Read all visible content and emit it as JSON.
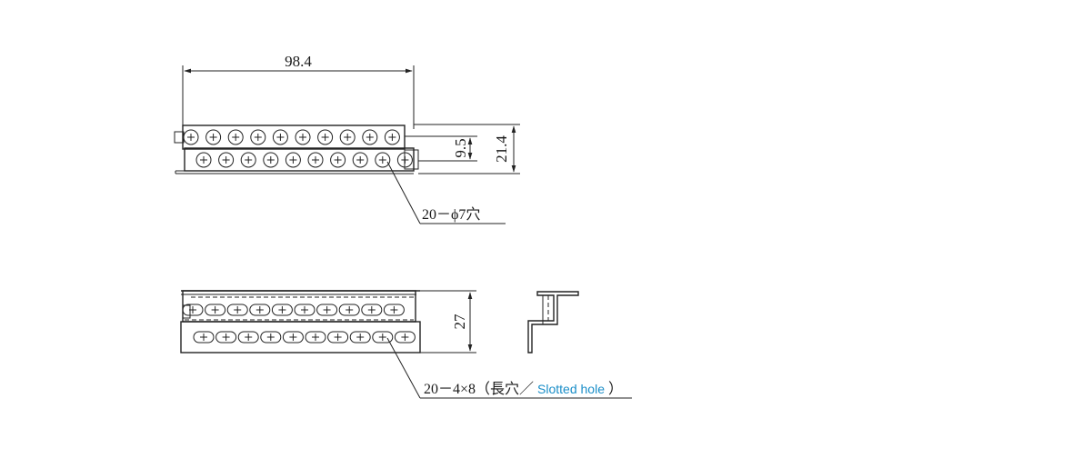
{
  "top_view": {
    "width_dim": "98.4",
    "pitch_dim": "9.5",
    "height_dim": "21.4",
    "hole_note": "20－ϕ7穴"
  },
  "front_view": {
    "height_dim": "27",
    "slot_note_prefix": "20－4×8（長穴／",
    "slot_note_en": "Slotted hole",
    "slot_note_suffix": "）"
  },
  "colors": {
    "line": "#222222",
    "accent": "#1a8ec8"
  }
}
